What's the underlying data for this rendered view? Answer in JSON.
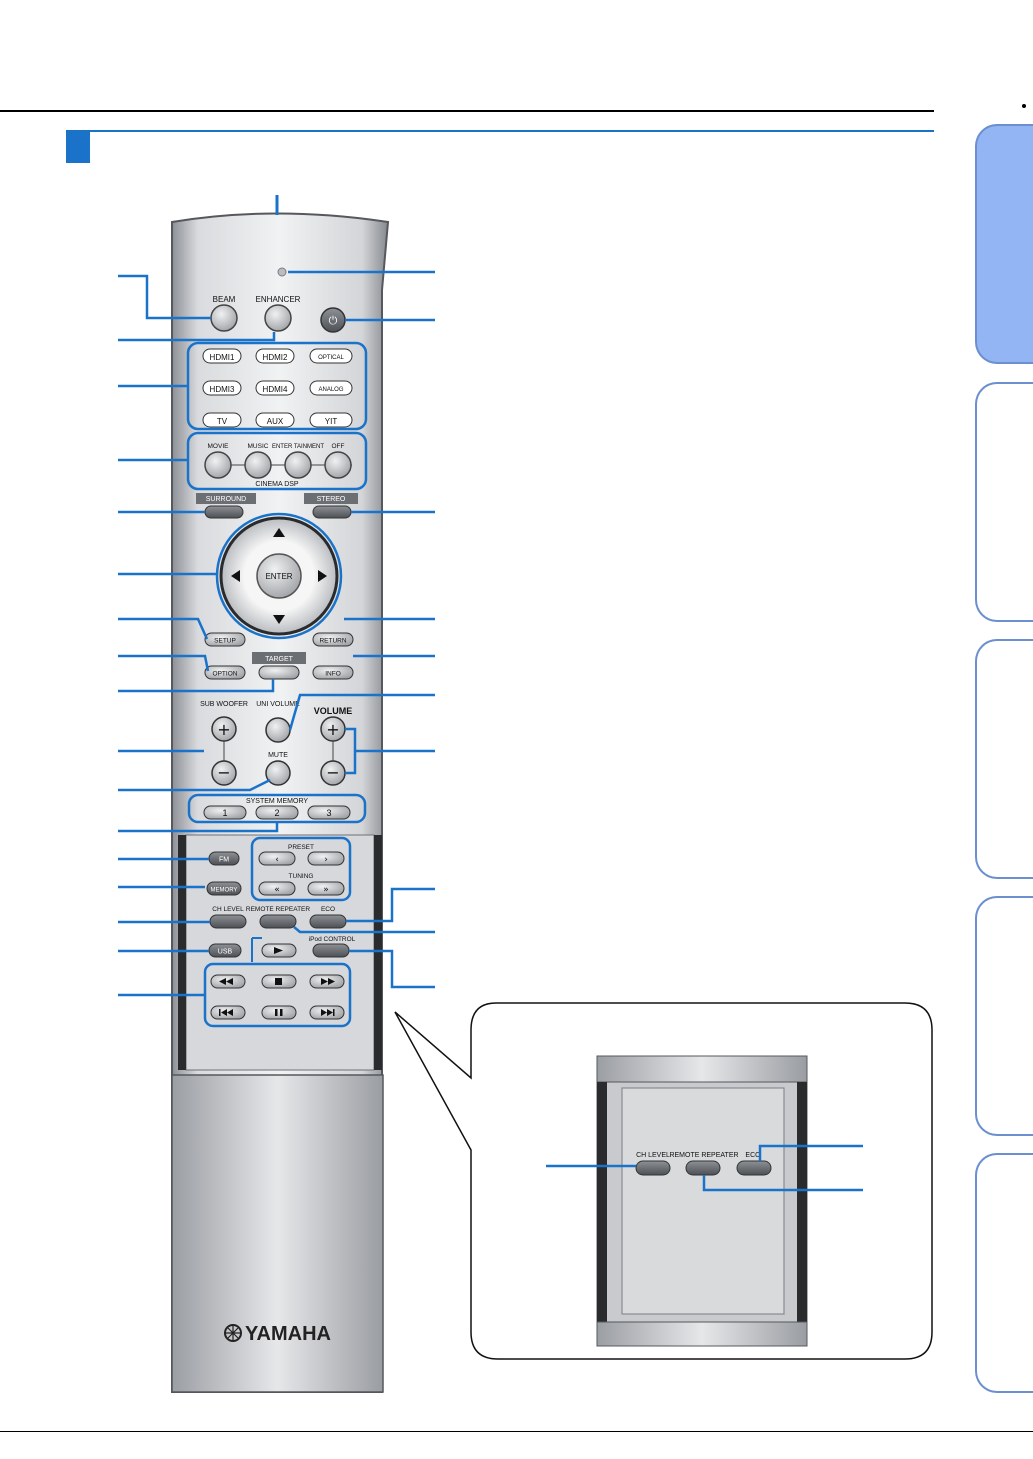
{
  "brand": "YAMAHA",
  "colors": {
    "accent": "#1a73c9",
    "tab_active": "#94b5f3",
    "tab_border": "#6b8fcf"
  },
  "remote": {
    "power_label": "⏻",
    "top_buttons": [
      "BEAM",
      "ENHANCER"
    ],
    "input_buttons": [
      "HDMI1",
      "HDMI2",
      "OPTICAL",
      "HDMI3",
      "HDMI4",
      "ANALOG",
      "TV",
      "AUX",
      "YIT"
    ],
    "cinema_dsp_labels": [
      "MOVIE",
      "MUSIC",
      "ENTER TAINMENT",
      "OFF"
    ],
    "cinema_dsp_title": "CINEMA DSP",
    "surround_label": "SURROUND",
    "stereo_label": "STEREO",
    "enter_label": "ENTER",
    "setup_label": "SETUP",
    "return_label": "RETURN",
    "option_label": "OPTION",
    "info_label": "INFO",
    "target_label": "TARGET",
    "subwoofer_label": "SUB WOOFER",
    "univolume_label": "UNI VOLUME",
    "volume_label": "VOLUME",
    "mute_label": "MUTE",
    "system_memory_label": "SYSTEM MEMORY",
    "system_memory_buttons": [
      "1",
      "2",
      "3"
    ],
    "fm_label": "FM",
    "memory_label": "MEMORY",
    "preset_label": "PRESET",
    "tuning_label": "TUNING",
    "ch_level_label": "CH LEVEL",
    "remote_repeater_label": "REMOTE REPEATER",
    "eco_label": "ECO",
    "usb_label": "USB",
    "ipod_control_label": "iPod CONTROL"
  },
  "inset": {
    "ch_level_label": "CH LEVEL",
    "remote_repeater_label": "REMOTE REPEATER",
    "eco_label": "ECO"
  }
}
